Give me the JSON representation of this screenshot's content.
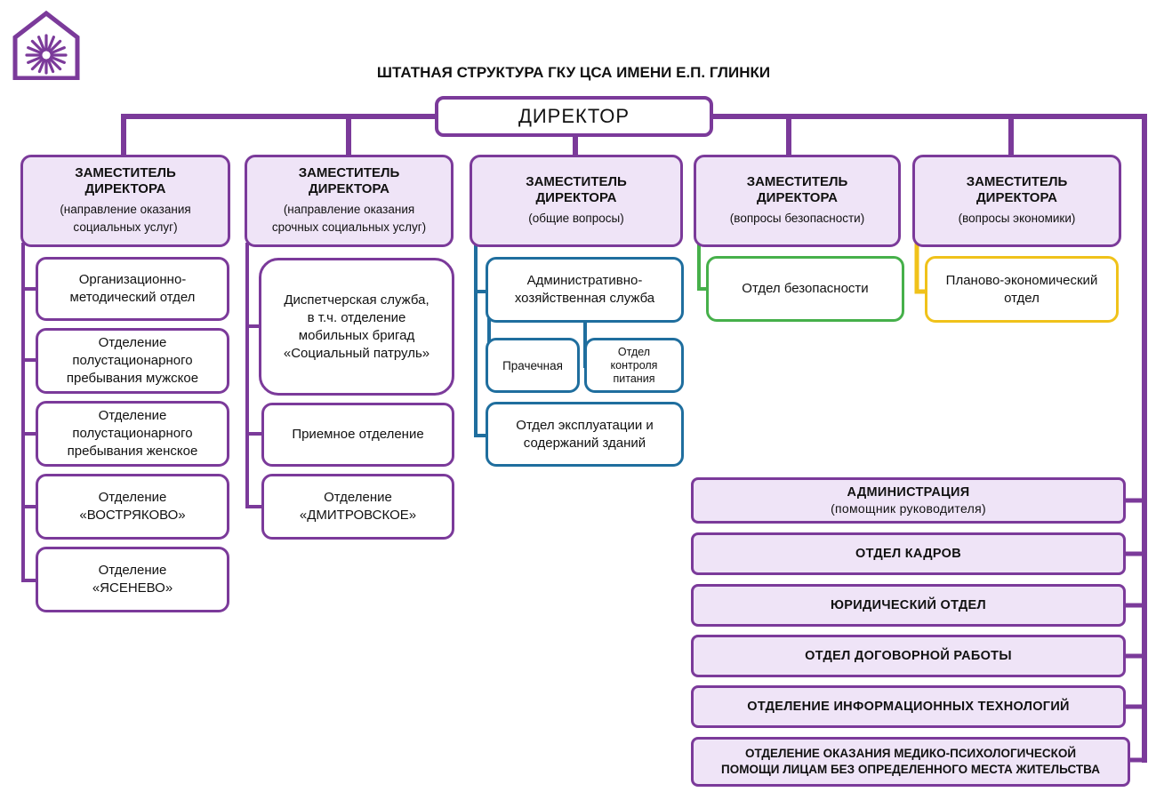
{
  "title": "ШТАТНАЯ СТРУКТУРА ГКУ ЦСА ИМЕНИ Е.П. ГЛИНКИ",
  "director": "ДИРЕКТОР",
  "deputies": [
    {
      "l1": "ЗАМЕСТИТЕЛЬ",
      "l2": "ДИРЕКТОРА",
      "s1": "(направление  оказания",
      "s2": "социальных  услуг)"
    },
    {
      "l1": "ЗАМЕСТИТЕЛЬ",
      "l2": "ДИРЕКТОРА",
      "s1": "(направление  оказания",
      "s2": "срочных  социальных  услуг)"
    },
    {
      "l1": "ЗАМЕСТИТЕЛЬ",
      "l2": "ДИРЕКТОРА",
      "s1": "(общие  вопросы)"
    },
    {
      "l1": "ЗАМЕСТИТЕЛЬ",
      "l2": "ДИРЕКТОРА",
      "s1": "(вопросы  безопасности)"
    },
    {
      "l1": "ЗАМЕСТИТЕЛЬ",
      "l2": "ДИРЕКТОРА",
      "s1": "(вопросы  экономики)"
    }
  ],
  "col1": [
    [
      "Организационно-",
      "методический отдел"
    ],
    [
      "Отделение",
      "полустационарного",
      "пребывания мужское"
    ],
    [
      "Отделение",
      "полустационарного",
      "пребывания женское"
    ],
    [
      "Отделение",
      "«ВОСТРЯКОВО»"
    ],
    [
      "Отделение",
      "«ЯСЕНЕВО»"
    ]
  ],
  "col2": [
    [
      "Диспетчерская служба,",
      "в т.ч. отделение",
      "мобильных бригад",
      "«Социальный патруль»"
    ],
    [
      "Приемное  отделение"
    ],
    [
      "Отделение",
      "«ДМИТРОВСКОЕ»"
    ]
  ],
  "col3": {
    "ahs": [
      "Административно-",
      "хозяйственная служба"
    ],
    "laundry": "Прачечная",
    "food": [
      "Отдел",
      "контроля",
      "питания"
    ],
    "buildings": [
      "Отдел эксплуатации и",
      "содержаний зданий"
    ]
  },
  "security_dept": "Отдел безопасности",
  "econ_dept": [
    "Планово-экономический",
    "отдел"
  ],
  "admin": {
    "title": "АДМИНИСТРАЦИЯ",
    "sub": "(помощник руководителя)"
  },
  "right_depts": [
    "ОТДЕЛ  КАДРОВ",
    "ЮРИДИЧЕСКИЙ  ОТДЕЛ",
    "ОТДЕЛ  ДОГОВОРНОЙ  РАБОТЫ",
    "ОТДЕЛЕНИЕ  ИНФОРМАЦИОННЫХ  ТЕХНОЛОГИЙ"
  ],
  "medical": [
    "ОТДЕЛЕНИЕ  ОКАЗАНИЯ  МЕДИКО-ПСИХОЛОГИЧЕСКОЙ",
    "ПОМОЩИ  ЛИЦАМ  БЕЗ  ОПРЕДЕЛЕННОГО   МЕСТА  ЖИТЕЛЬСТВА"
  ],
  "colors": {
    "purple": "#7b3a9a",
    "fill": "#efe4f7",
    "blue": "#1f6e9e",
    "green": "#46b04a",
    "yellow": "#f0c21a"
  },
  "logo_icon": "sunburst-house-logo"
}
